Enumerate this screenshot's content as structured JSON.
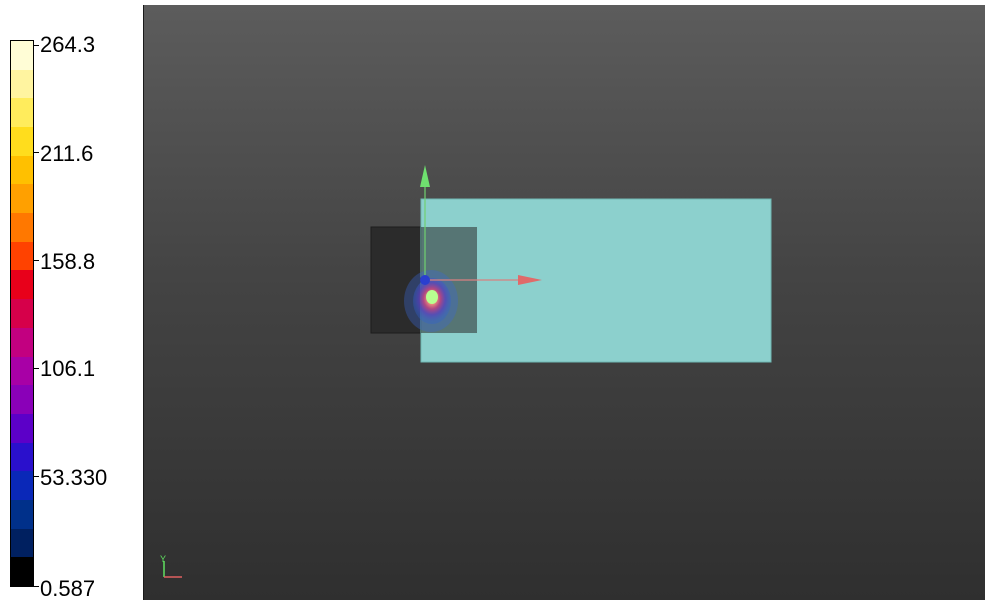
{
  "legend": {
    "title": "",
    "labels": [
      "264.3",
      "211.6",
      "158.8",
      "106.1",
      "53.330",
      "0.587"
    ],
    "colors": [
      "#fffdd6",
      "#fff4a0",
      "#ffec5c",
      "#ffdd1d",
      "#ffc000",
      "#ffa000",
      "#ff7800",
      "#ff4200",
      "#e8001a",
      "#d6004a",
      "#c20080",
      "#a800a6",
      "#8a00b8",
      "#5c00c8",
      "#2a10cc",
      "#0a28b8",
      "#00308a",
      "#002060",
      "#000000"
    ]
  },
  "viewport": {
    "background_top": "#5c5c5c",
    "background_bottom": "#2f2f2f",
    "plate_color": "#8ed5d2",
    "block_color": "#2b2b2b"
  },
  "axes": {
    "y_label": "Y",
    "x_color": "#e06060",
    "y_color": "#60e060"
  }
}
